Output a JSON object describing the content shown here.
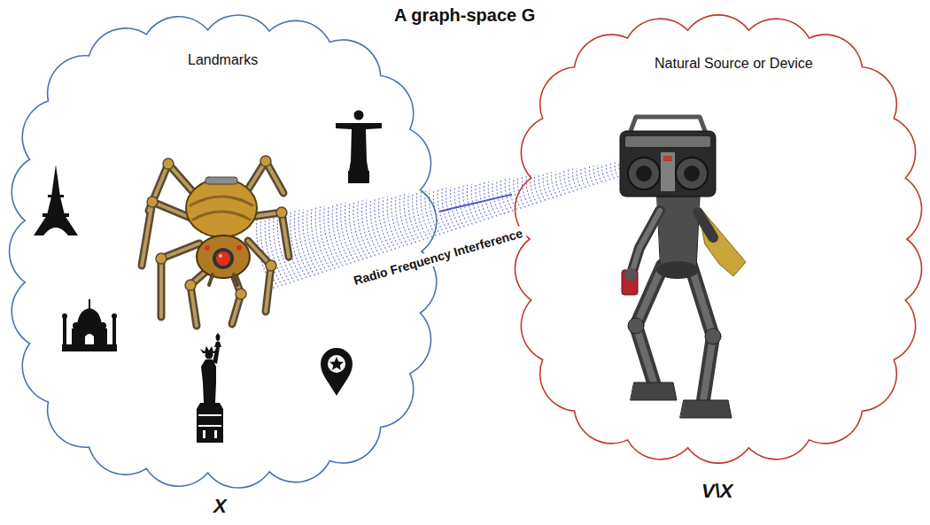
{
  "diagram": {
    "title": "A graph-space G",
    "nodes": [
      {
        "text": [
          "Landmarks",
          "X"
        ]
      },
      {
        "text": [
          "Natural Source or Device",
          "V\\X"
        ]
      }
    ],
    "edges": [
      {
        "from": 1,
        "to": 0,
        "label": "Radio Frequency Interference",
        "arrow": "none"
      }
    ]
  }
}
